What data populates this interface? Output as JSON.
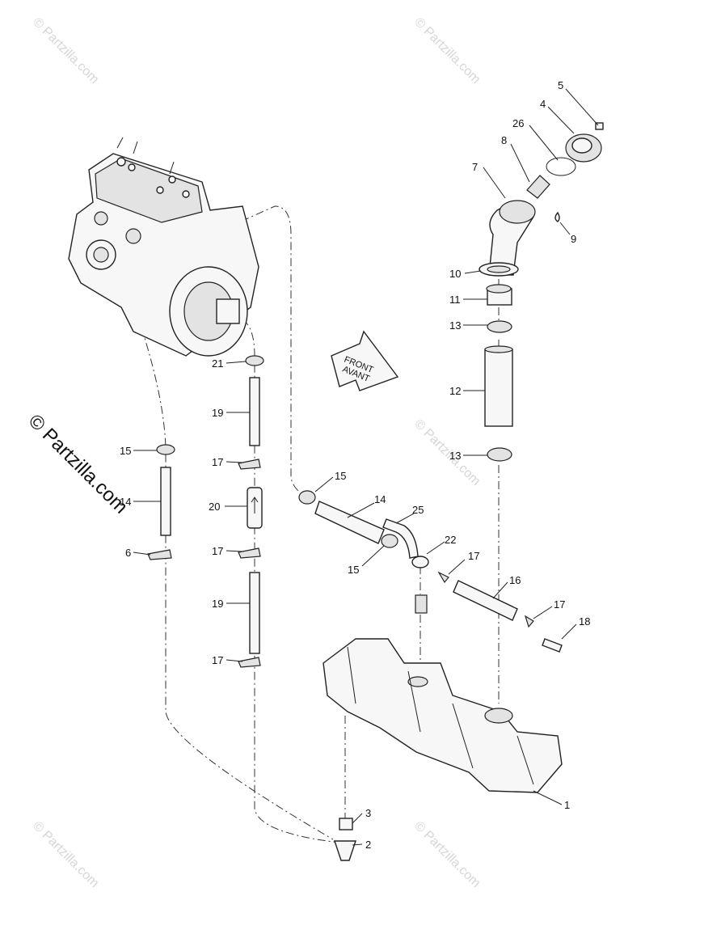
{
  "watermark": {
    "text": "© Partzilla.com",
    "big_text": "© Partzilla.com"
  },
  "front_arrow": {
    "line1": "FRONT",
    "line2": "AVANT"
  },
  "callouts": [
    "1",
    "2",
    "3",
    "4",
    "5",
    "6",
    "7",
    "8",
    "9",
    "10",
    "11",
    "12",
    "13",
    "13",
    "14",
    "14",
    "15",
    "15",
    "15",
    "16",
    "17",
    "17",
    "17",
    "17",
    "17",
    "18",
    "19",
    "19",
    "20",
    "21",
    "22",
    "25",
    "26"
  ]
}
